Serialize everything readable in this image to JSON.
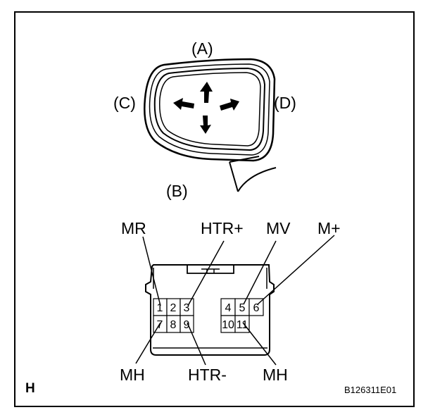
{
  "mirror": {
    "label_top": "(A)",
    "label_bottom": "(B)",
    "label_left": "(C)",
    "label_right": "(D)"
  },
  "connector": {
    "pins_row1": [
      "1",
      "2",
      "3",
      "4",
      "5",
      "6"
    ],
    "pins_row2": [
      "7",
      "8",
      "9",
      "10",
      "11"
    ],
    "labels_top": [
      "MR",
      "HTR+",
      "MV",
      "M+"
    ],
    "labels_bottom": [
      "MH",
      "HTR-",
      "MH"
    ]
  },
  "footer": {
    "corner_letter": "H",
    "figure_code": "B126311E01"
  }
}
